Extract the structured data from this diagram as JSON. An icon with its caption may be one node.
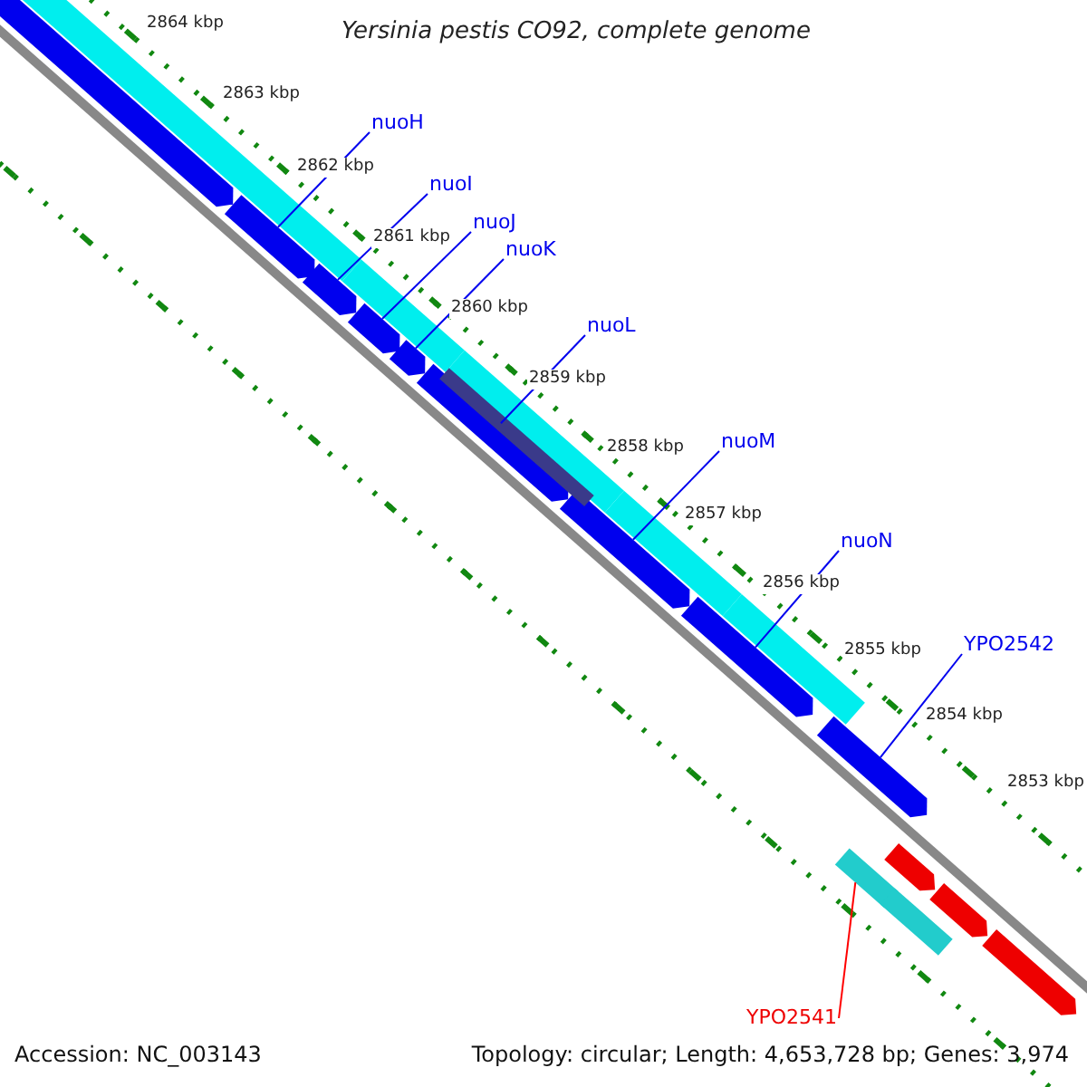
{
  "diagram": {
    "title": "Yersinia pestis CO92, complete genome",
    "nodes": [
      {
        "text": [
          "nuoH"
        ]
      },
      {
        "text": [
          "nuoI"
        ]
      },
      {
        "text": [
          "nuoJ"
        ]
      },
      {
        "text": [
          "nuoK"
        ]
      },
      {
        "text": [
          "nuoL"
        ]
      },
      {
        "text": [
          "nuoM"
        ]
      },
      {
        "text": [
          "nuoN"
        ]
      },
      {
        "text": [
          "YPO2542"
        ]
      },
      {
        "text": [
          "YPO2541"
        ]
      },
      {
        "text": [],
        "shape": "pentagon"
      },
      {
        "text": [],
        "shape": "pentagon"
      },
      {
        "text": [],
        "shape": "pentagon"
      },
      {
        "text": [],
        "shape": "pentagon"
      },
      {
        "text": [],
        "shape": "pentagon"
      },
      {
        "text": [],
        "shape": "pentagon"
      },
      {
        "text": [],
        "shape": "pentagon"
      },
      {
        "text": [],
        "shape": "pentagon"
      },
      {
        "text": [],
        "shape": "pentagon"
      },
      {
        "text": [],
        "shape": "bar"
      },
      {
        "text": [],
        "shape": "bar"
      },
      {
        "text": [],
        "shape": "bar"
      },
      {
        "text": [],
        "shape": "bar"
      },
      {
        "text": [],
        "shape": "bar"
      },
      {
        "text": [],
        "shape": "bar"
      },
      {
        "text": [],
        "shape": "bar"
      },
      {
        "text": [],
        "shape": "bar"
      },
      {
        "text": [],
        "shape": "pentagon"
      },
      {
        "text": [],
        "shape": "pentagon"
      },
      {
        "text": [],
        "shape": "pentagon"
      }
    ],
    "edges": [
      {
        "from": 0,
        "to": 10,
        "arrow": "none"
      },
      {
        "from": 1,
        "to": 11,
        "arrow": "none"
      },
      {
        "from": 2,
        "to": 12,
        "arrow": "none"
      },
      {
        "from": 3,
        "to": 13,
        "arrow": "none"
      },
      {
        "from": 4,
        "to": 14,
        "arrow": "none"
      },
      {
        "from": 5,
        "to": 15,
        "arrow": "none"
      },
      {
        "from": 6,
        "to": 16,
        "arrow": "none"
      },
      {
        "from": 7,
        "to": 17,
        "arrow": "none"
      },
      {
        "from": 8,
        "to": 24,
        "arrow": "none",
        "color": "#ff0000"
      }
    ],
    "labels": [
      "2864 kbp",
      "2863 kbp",
      "2862 kbp",
      "2861 kbp",
      "2860 kbp",
      "2859 kbp",
      "2858 kbp",
      "2857 kbp",
      "2856 kbp",
      "2855 kbp",
      "2854 kbp",
      "2853 kbp",
      "Accession: NC_003143",
      "Topology: circular; Length: 4,653,728 bp; Genes: 3,974"
    ]
  }
}
